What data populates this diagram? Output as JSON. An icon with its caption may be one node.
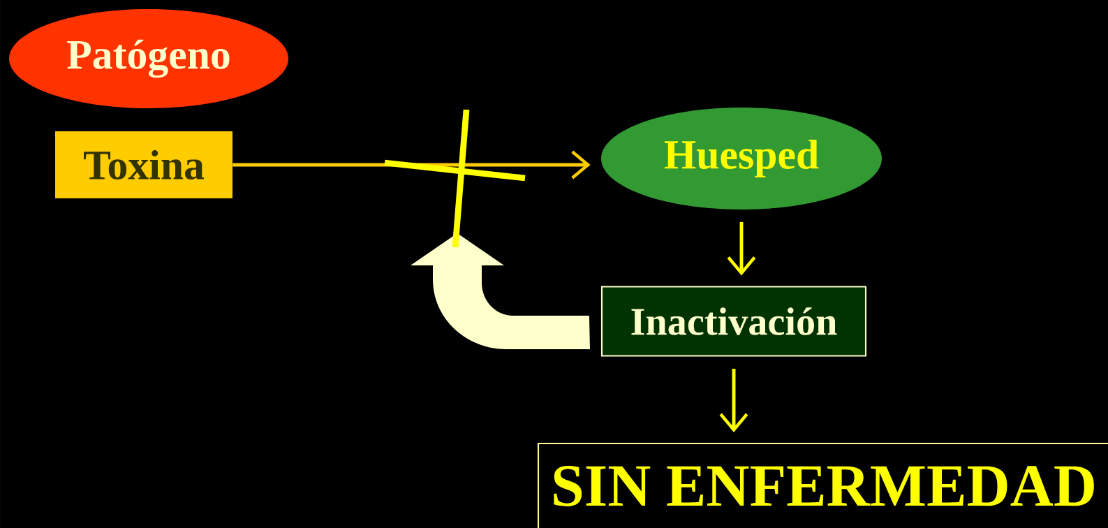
{
  "diagram": {
    "nodes": [
      {
        "text": [
          "Patógeno"
        ]
      },
      {
        "text": [
          "Toxina"
        ]
      },
      {
        "text": [
          "Huesped"
        ]
      },
      {
        "text": [
          "Inactivación"
        ]
      },
      {
        "text": [
          "SIN ENFERMEDAD"
        ]
      }
    ],
    "edges": [
      {
        "from": 1,
        "to": 2,
        "arrow": "to",
        "color": "#ffcc00"
      },
      {
        "from": 2,
        "to": 3,
        "arrow": "to"
      },
      {
        "from": 3,
        "to": 4,
        "arrow": "to"
      },
      {
        "from": 3,
        "to": null,
        "arrow": "to",
        "style": "thick",
        "color": "#ffffcc"
      }
    ]
  }
}
